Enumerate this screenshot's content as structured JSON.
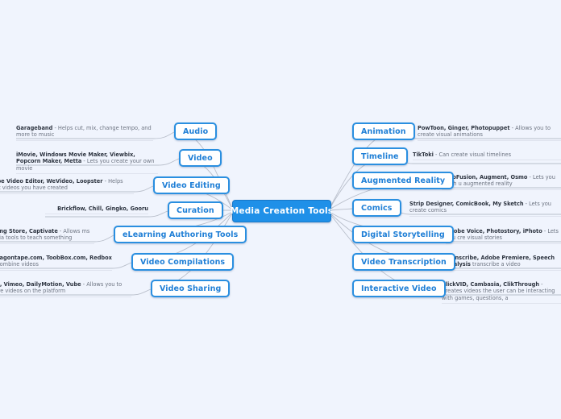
{
  "diagram": {
    "type": "mind-map",
    "background_color": "#f0f4fd",
    "center": {
      "label": "Media Creation Tools",
      "fill_color": "#1f90e8",
      "text_color": "#ffffff"
    },
    "node_style": {
      "border_color": "#2a8fe0",
      "fill_color": "#ffffff",
      "text_color": "#1f7fd6"
    },
    "connector_color": "#b9bfcb"
  },
  "left_branches": [
    {
      "label": "Audio",
      "tools": "Garageband",
      "description": " - Helps cut, mix, change tempo, and more to music"
    },
    {
      "label": "Video",
      "tools": "iMovie, Windows Movie Maker, Viewbix, Popcorn Maker, Metta",
      "description": " - Lets you create your own movie"
    },
    {
      "label": "Video Editing",
      "tools": "Tube Video Editor, WeVideo, Loopster",
      "description": " - Helps edit videos you have created"
    },
    {
      "label": "Curation",
      "tools": "Brickflow, Chill, Gingko, Gooru",
      "description": ""
    },
    {
      "label": "eLearning Authoring Tools",
      "tools": "Learning Store, Captivate",
      "description": " - Allows ms of media tools to teach something"
    },
    {
      "label": "Video Compilations",
      "tools": ", Dragontape.com, ToobBox.com, Redbox",
      "description": " - s combine videos"
    },
    {
      "label": "Video Sharing",
      "tools": "ube, Vimeo, DailyMotion, Vube",
      "description": " - Allows you to share videos on the platform"
    }
  ],
  "right_branches": [
    {
      "label": "Animation",
      "tools": "PowToon, Ginger, Photopuppet",
      "description": " - Allows you to create visual animations"
    },
    {
      "label": "Timeline",
      "tools": "TikToki",
      "description": " - Can create visual timelines"
    },
    {
      "label": "Augmented Reality",
      "tools": "LegoFusion, Augment, Osmo",
      "description": " - Lets you teach u augmented reality"
    },
    {
      "label": "Comics",
      "tools": "Strip Designer, ComicBook, My Sketch",
      "description": " - Lets you create comics"
    },
    {
      "label": "Digital Storytelling",
      "tools": "Adobe Voice, Photostory, iPhoto",
      "description": " - Lets you cre visual stories"
    },
    {
      "label": "Video Transcription",
      "tools": "Transcribe, Adobe Premiere, Speech Analysis",
      "description": " transcribe a video"
    },
    {
      "label": "Interactive Video",
      "tools": "ClickVID, Cambasia, ClikThrough",
      "description": " - Creates videos the user can be interacting with games, questions, a"
    }
  ]
}
